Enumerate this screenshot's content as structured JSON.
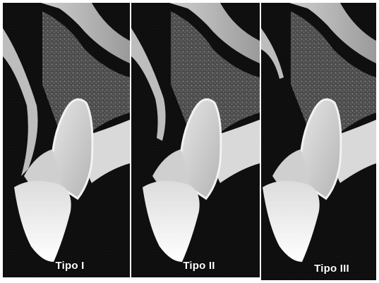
{
  "figure": {
    "panels": [
      {
        "label": "Tipo I"
      },
      {
        "label": "Tipo II"
      },
      {
        "label": "Tipo III"
      }
    ]
  },
  "colors": {
    "background": "#0c0c0c",
    "bone": "#5a5a5a",
    "cortical": "#c8c8c8",
    "root": "#d2d2d2",
    "crown": "#f4f4f4",
    "gingiva": "#e0e0e0"
  }
}
